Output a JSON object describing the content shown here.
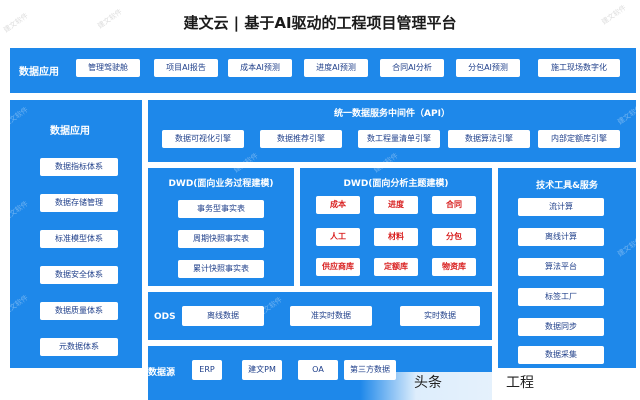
{
  "title": "建文云 | 基于AI驱动的工程项目管理平台",
  "top_bar": {
    "label": "数据应用",
    "items": [
      "管理驾驶舱",
      "项目AI报告",
      "成本AI预测",
      "进度AI预测",
      "合同AI分析",
      "分包AI预测",
      "施工现场数字化"
    ]
  },
  "left_panel": {
    "label": "数据应用",
    "items": [
      "数据指标体系",
      "数据存储管理",
      "标准模型体系",
      "数据安全体系",
      "数据质量体系",
      "元数据体系"
    ]
  },
  "api_panel": {
    "label": "统一数据服务中间件（API）",
    "items": [
      "数据可视化引擎",
      "数据推荐引擎",
      "数工程量清单引擎",
      "数据算法引擎",
      "内部定额库引擎"
    ]
  },
  "dwd_business": {
    "label": "DWD(面向业务过程建模)",
    "items": [
      "事务型事实表",
      "周期快照事实表",
      "累计快照事实表"
    ]
  },
  "dwd_analysis": {
    "label": "DWD(面向分析主题建模)",
    "items": [
      "成本",
      "进度",
      "合同",
      "人工",
      "材料",
      "分包",
      "供应商库",
      "定额库",
      "物资库"
    ]
  },
  "tech_panel": {
    "label": "技术工具&服务",
    "items": [
      "流计算",
      "离线计算",
      "算法平台",
      "标签工厂",
      "数据同步",
      "数据采集"
    ]
  },
  "ods": {
    "label": "ODS",
    "items": [
      "离线数据",
      "准实时数据",
      "实时数据"
    ]
  },
  "sources": {
    "label": "数据源",
    "items": [
      "ERP",
      "建文PM",
      "OA",
      "第三方数据"
    ]
  },
  "watermark": "建文软件",
  "overlay": {
    "left": "头条",
    "right": "工程"
  },
  "colors": {
    "panel_blue": "#1e88ea",
    "text_blue": "#1f3f8a",
    "accent_red": "#d81e1e"
  }
}
